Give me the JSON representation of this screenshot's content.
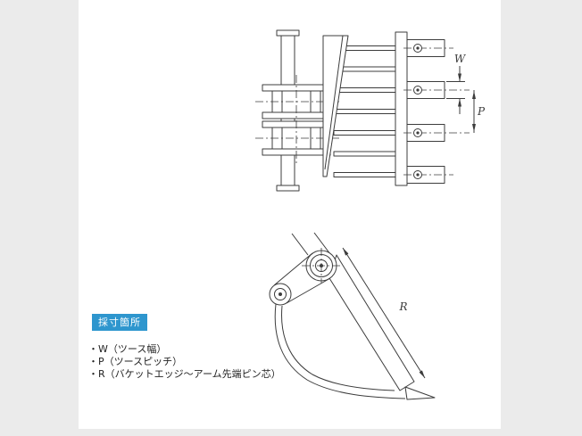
{
  "colors": {
    "page_bg": "#ebebeb",
    "panel_bg": "#ffffff",
    "line": "#3c3c3c",
    "label_bg": "#2e96ce",
    "label_text": "#ffffff",
    "text": "#222222"
  },
  "measure_label": {
    "text": "採寸箇所"
  },
  "dimensions": {
    "w": "W",
    "p": "P",
    "r": "R"
  },
  "legend": {
    "items": [
      "・W（ツース幅）",
      "・P（ツースピッチ）",
      "・R（バケットエッジ～アーム先端ピン芯）"
    ]
  }
}
